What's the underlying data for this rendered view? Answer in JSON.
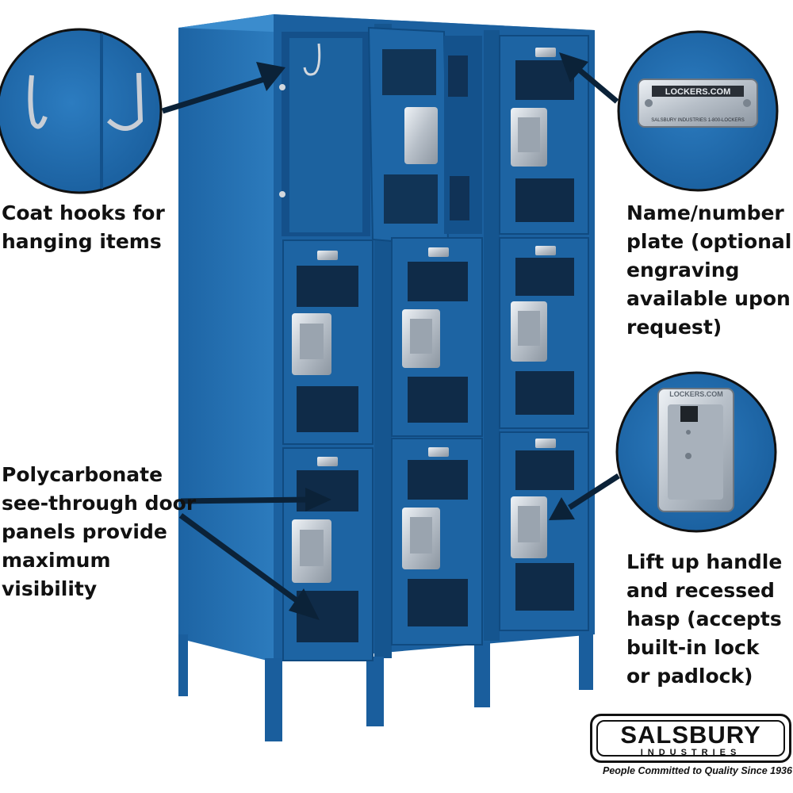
{
  "callouts": {
    "coat_hooks": [
      "Coat hooks for",
      "hanging items"
    ],
    "name_plate": [
      "Name/number",
      "plate (optional",
      "engraving",
      "available upon",
      "request)"
    ],
    "panels": [
      "Polycarbonate",
      "see-through door",
      "panels provide",
      "maximum",
      "visibility"
    ],
    "handle": [
      "Lift up handle",
      "and recessed",
      "hasp (accepts",
      "built-in lock",
      "or padlock)"
    ]
  },
  "plate": {
    "top": "LOCKERS.COM",
    "bottom": "SALSBURY INDUSTRIES   1-800-LOCKERS"
  },
  "handle_stamp": "LOCKERS.COM",
  "brand": {
    "name": "SALSBURY",
    "sub": "INDUSTRIES",
    "tagline": "People Committed to Quality Since 1936"
  },
  "colors": {
    "locker_blue": "#1f69a8",
    "locker_dark": "#104a80",
    "arrow": "#0b2238",
    "chrome": "#c4cbd3"
  }
}
